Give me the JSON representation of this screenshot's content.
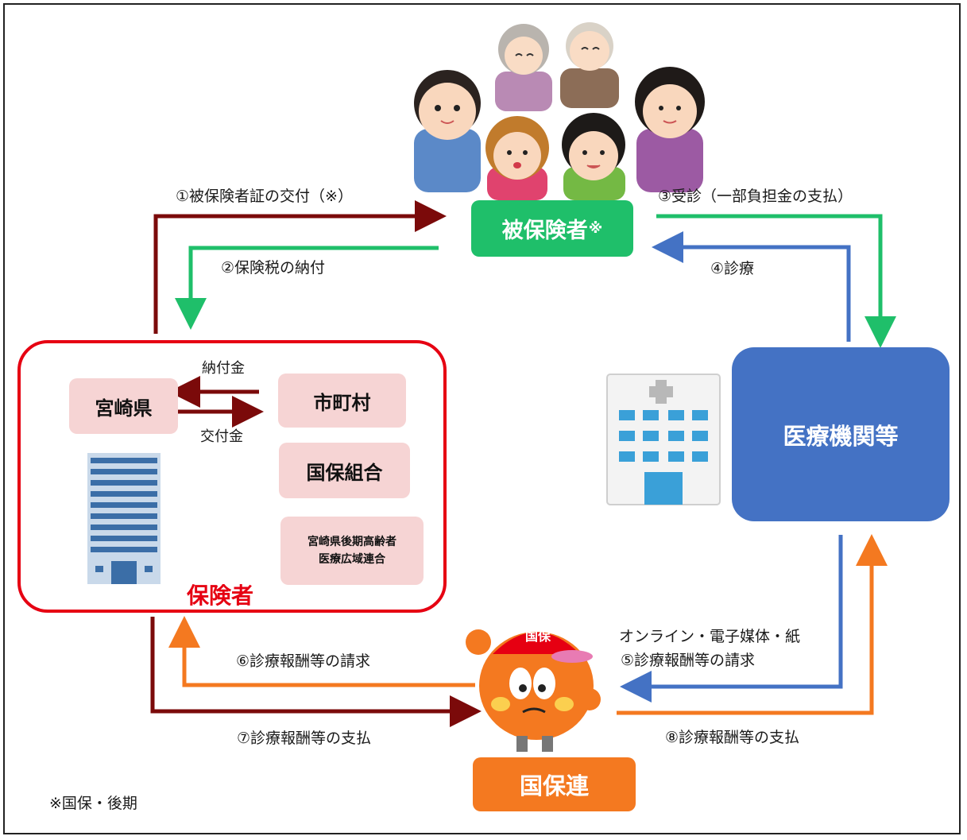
{
  "nodes": {
    "insured": "被保険者",
    "insured_mark": "※",
    "medical": "医療機関等",
    "federation": "国保連",
    "insurer_group": "保険者",
    "prefecture": "宮崎県",
    "municipality": "市町村",
    "kokuho_union": "国保組合",
    "kouki_union_line1": "宮崎県後期高齢者",
    "kouki_union_line2": "医療広域連合"
  },
  "flows": {
    "f1": "①被保険者証の交付（※）",
    "f2": "②保険税の納付",
    "f3": "③受診（一部負担金の支払）",
    "f4": "④診療",
    "f5_prefix": "オンライン・電子媒体・紙",
    "f5": "⑤診療報酬等の請求",
    "f6": "⑥診療報酬等の請求",
    "f7": "⑦診療報酬等の支払",
    "f8": "⑧診療報酬等の支払",
    "payment_up": "納付金",
    "payment_down": "交付金"
  },
  "mascot_cap_text": "国保",
  "footnote": "※国保・後期",
  "colors": {
    "maroon": "#7b0a0a",
    "green": "#1fbf6a",
    "blue": "#4472c4",
    "orange": "#f47920",
    "insurer_red": "#e60012",
    "pink": "#f6d4d4"
  }
}
